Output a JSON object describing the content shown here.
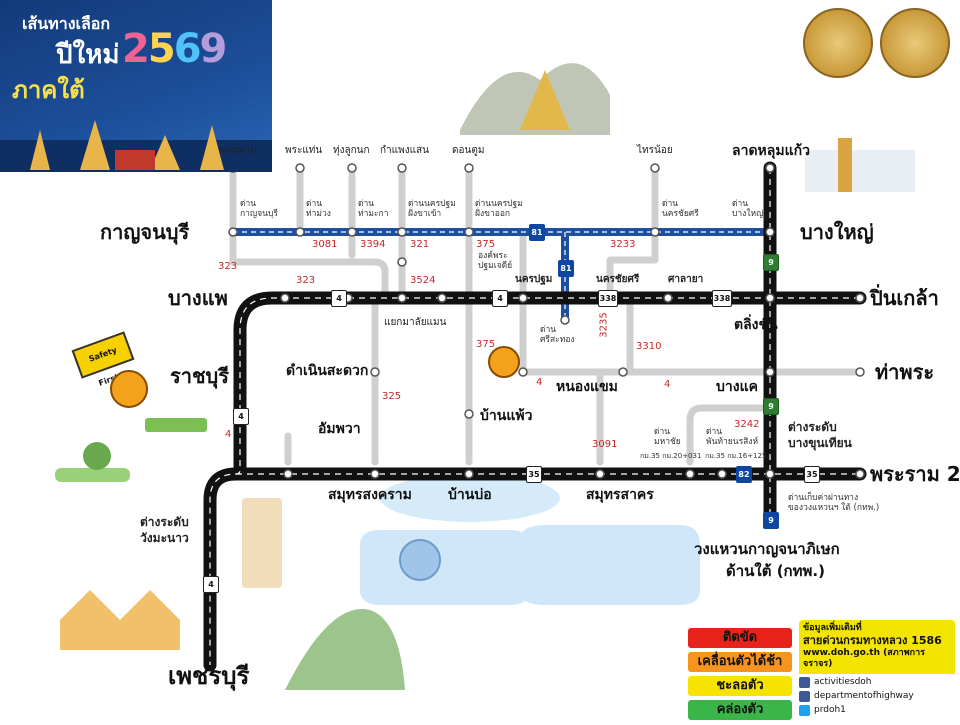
{
  "title": {
    "line1": "เส้นทางเลือก",
    "line2": "ปีใหม่",
    "year": "2569",
    "line3": "ภาคใต้"
  },
  "cities": {
    "kanchanaburi": "กาญจนบุรี",
    "bang_yai": "บางใหญ่",
    "bang_phae": "บางแพ",
    "pin_klao": "ปิ่นเกล้า",
    "ratchaburi": "ราชบุรี",
    "tha_phra": "ท่าพระ",
    "rama2": "พระราม 2",
    "phetchaburi": "เพชรบุรี",
    "ring_road": "วงแหวนกาญจนาภิเษก",
    "ring_road2": "ด้านใต้ (กทพ.)",
    "lat_lum_kaeo": "ลาดหลุมแก้ว"
  },
  "top_towns": [
    "พนมทวน",
    "พระแท่น",
    "ทุ่งลูกนก",
    "กำแพงแสน",
    "ดอนตูม",
    "ไทรน้อย"
  ],
  "toll_labels": [
    {
      "t": "ด่าน\nกาญจนบุรี"
    },
    {
      "t": "ด่าน\nท่าม่วง"
    },
    {
      "t": "ด่าน\nท่ามะกา"
    },
    {
      "t": "ด่านนครปฐม\nฝั่งขาเข้า"
    },
    {
      "t": "ด่านนครปฐม\nฝั่งขาออก"
    },
    {
      "t": "ด่าน\nนครชัยศรี"
    },
    {
      "t": "ด่าน\nบางใหญ่"
    }
  ],
  "places": {
    "yaek": "แยกมาลัยแมน",
    "dnsd": "ดำเนินสะดวก",
    "ampawa": "อัมพวา",
    "nong_khaem": "หนองแขม",
    "ban_phaeo": "บ้านแพ้ว",
    "samut_songkhram": "สมุทรสงคราม",
    "ban_bo": "บ้านบ่อ",
    "samut_sakhon": "สมุทรสาคร",
    "taling_chan": "ตลิ่งชัน",
    "bang_khae": "บางแค",
    "bang_khun": "ต่างระดับ\nบางขุนเทียน",
    "wang_manao": "ต่างระดับ\nวังมะนาว",
    "nakhon_pathom": "นครปฐม",
    "nakhon_chai_si": "นครชัยศรี",
    "sala_ya": "ศาลายา",
    "phra_pathom": "องค์พระ\nปฐมเจดีย์",
    "srisa": "ด่าน\nศรีสะทอง",
    "toll_mahachai": "ด่าน\nมหาชัย",
    "toll_phanthai": "ด่าน\nพันท้ายนรสิงห์",
    "km1": "กม.35 กม.20+031",
    "km2": "กม.35 กม.16+125",
    "toll_note": "ด่านเก็บค่าผ่านทาง\nของวงแหวนฯ ใต้ (กทพ.)"
  },
  "route_numbers": [
    "323",
    "3081",
    "3394",
    "321",
    "375",
    "3233",
    "3524",
    "3235",
    "3310",
    "325",
    "3242",
    "3091",
    "4"
  ],
  "shields": [
    "4",
    "4",
    "4",
    "338",
    "338",
    "35",
    "35",
    "9",
    "9",
    "9",
    "81",
    "81",
    "82"
  ],
  "mascot": {
    "sign": "Safety First !"
  },
  "legend": [
    {
      "label": "ติดขัด",
      "color": "#e8231b"
    },
    {
      "label": "เคลื่อนตัวได้ช้า",
      "color": "#f7941d"
    },
    {
      "label": "ชะลอตัว",
      "color": "#f6e400"
    },
    {
      "label": "คล่องตัว",
      "color": "#39b54a"
    }
  ],
  "info": {
    "more": "ข้อมูลเพิ่มเติมที่",
    "hotline": "สายด่วนกรมทางหลวง 1586",
    "web": "www.doh.go.th (สภาพการจราจร)",
    "social": [
      "activitiesdoh",
      "departmentofhighway",
      "prdoh1"
    ]
  },
  "colors": {
    "main_road": "#111111",
    "motorway": "#1d4fa0",
    "minor_road": "#cfcfcf",
    "title_bg": "#1d4f9a"
  }
}
